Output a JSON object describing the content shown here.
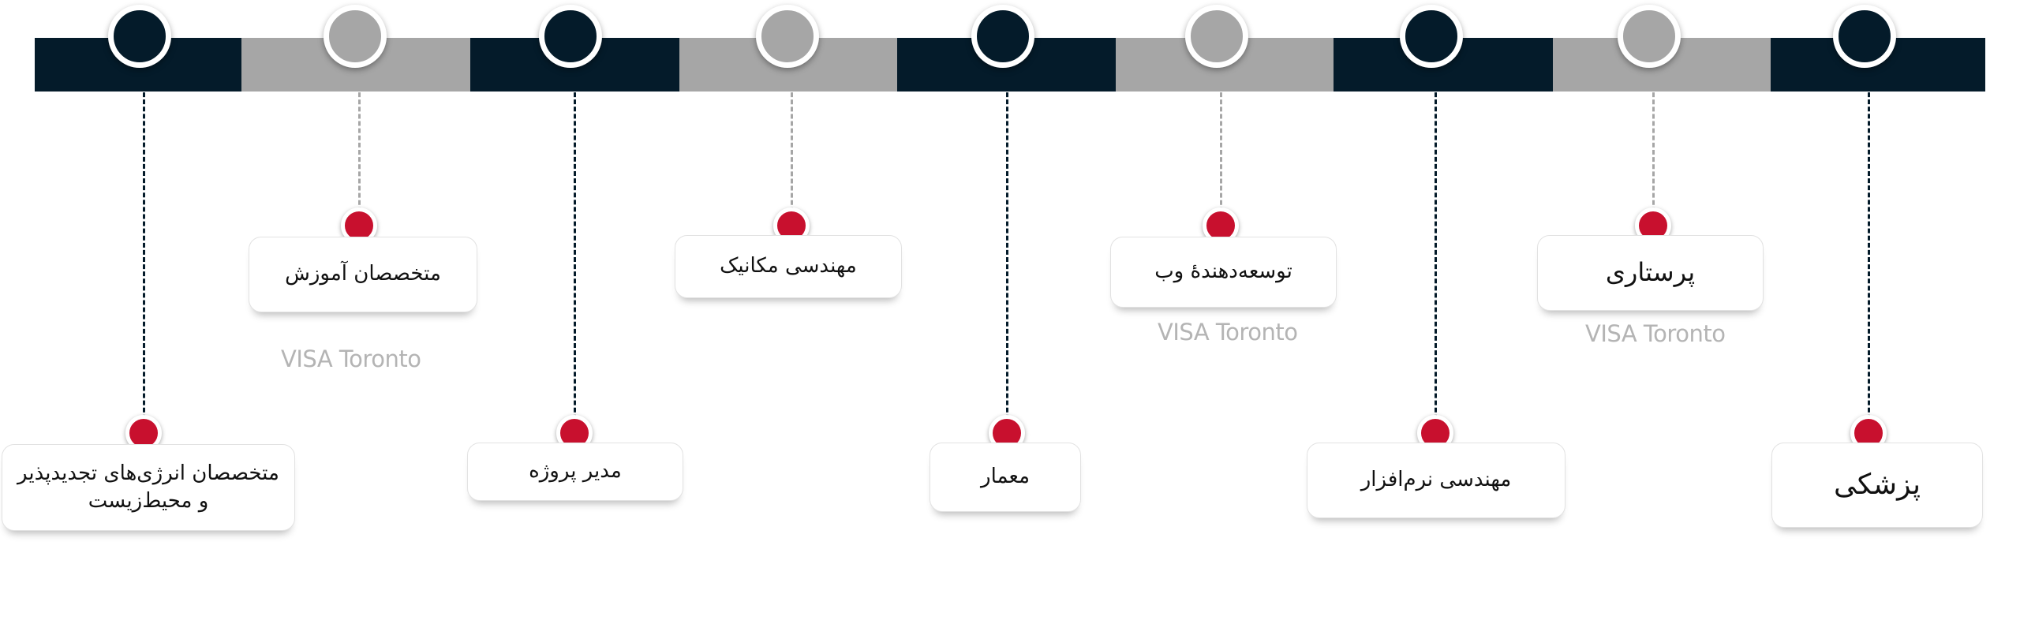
{
  "colors": {
    "dark": "#041b2a",
    "light": "#a6a6a6",
    "accent": "#c8102e"
  },
  "watermark": "VISA Toronto",
  "careers": [
    {
      "label": "متخصصان انرژی‌های تجدیدپذیر و محیط‌زیست"
    },
    {
      "label": "متخصصان آموزش"
    },
    {
      "label": "مدیر پروژه"
    },
    {
      "label": "مهندسی مکانیک"
    },
    {
      "label": "معمار"
    },
    {
      "label": "توسعه‌دهندهٔ وب"
    },
    {
      "label": "مهندسی نرم‌افزار"
    },
    {
      "label": "پرستاری"
    },
    {
      "label": "پزشکی"
    }
  ]
}
